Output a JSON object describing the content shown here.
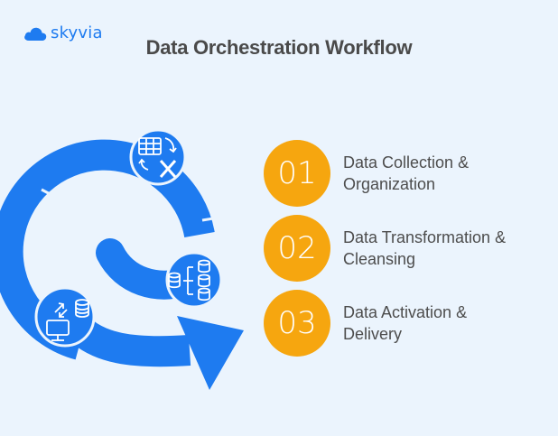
{
  "brand": {
    "name": "skyvia",
    "color": "#1e7bf0",
    "icon": "cloud-icon"
  },
  "title": "Data Orchestration Workflow",
  "colors": {
    "background": "#ebf4fd",
    "cycle_blue": "#1e7bf0",
    "step_badge": "#f6a60f"
  },
  "cycle_icons": [
    "table-transform-icon",
    "database-branch-icon",
    "monitor-database-sync-icon"
  ],
  "steps": [
    {
      "number": "01",
      "line1": "Data Collection &",
      "line2": "Organization"
    },
    {
      "number": "02",
      "line1": "Data Transformation &",
      "line2": "Cleansing"
    },
    {
      "number": "03",
      "line1": "Data Activation &",
      "line2": "Delivery"
    }
  ]
}
